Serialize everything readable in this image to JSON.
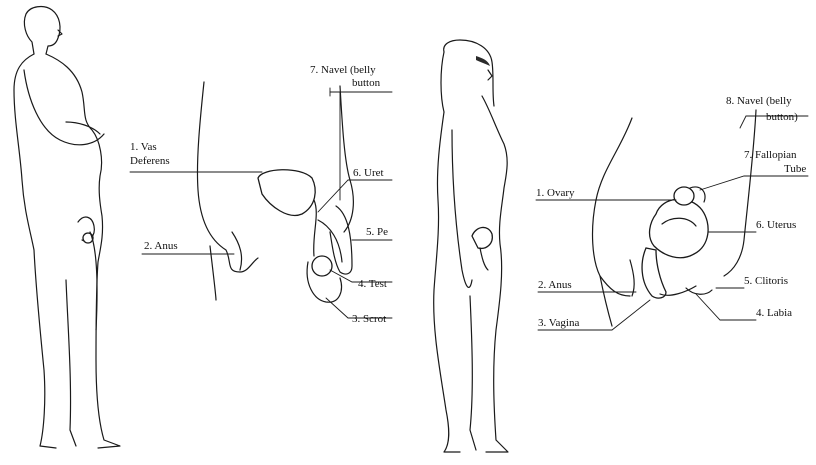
{
  "male": {
    "labels": {
      "vas_deferens_line1": "1. Vas",
      "vas_deferens_line2": "Deferens",
      "anus": "2. Anus",
      "scrotum": "3. Scrot",
      "testicle": "4. Test",
      "penis": "5. Pe",
      "urethra": "6. Uret",
      "navel_line1": "7. Navel (belly",
      "navel_line2": "button"
    }
  },
  "female": {
    "labels": {
      "ovary": "1. Ovary",
      "anus": "2. Anus",
      "vagina": "3. Vagina",
      "labia": "4. Labia",
      "clitoris": "5. Clitoris",
      "uterus": "6. Uterus",
      "fallopian_line1": "7. Fallopian",
      "fallopian_line2": "Tube",
      "navel_line1": "8. Navel (belly",
      "navel_line2": "button)"
    }
  }
}
